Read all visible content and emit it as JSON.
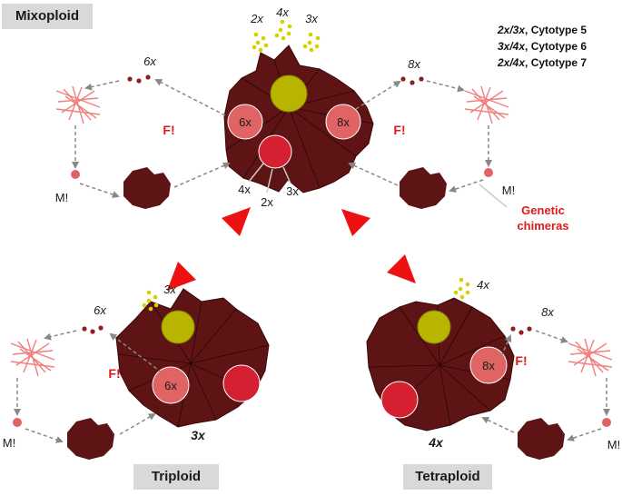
{
  "tags": {
    "mixoploid": "Mixoploid",
    "triploid": "Triploid",
    "tetraploid": "Tetraploid"
  },
  "legend": [
    {
      "ploidy": "2x/3x",
      "cytotype": ", Cytotype 5"
    },
    {
      "ploidy": "3x/4x",
      "cytotype": ", Cytotype 6"
    },
    {
      "ploidy": "2x/4x",
      "cytotype": ", Cytotype 7"
    }
  ],
  "mixoploid": {
    "pollen_labels": [
      "2x",
      "4x",
      "3x"
    ],
    "left_spore_label": "6x",
    "right_spore_label": "8x",
    "left_sector": "6x",
    "right_sector": "8x",
    "bottom_labels": [
      "4x",
      "2x",
      "3x"
    ],
    "female_left": "F!",
    "female_right": "F!",
    "male_left": "M!",
    "male_right": "M!",
    "chimera_label_line1": "Genetic",
    "chimera_label_line2": "chimeras"
  },
  "triploid": {
    "pollen_label": "3x",
    "spore_label": "6x",
    "sector": "6x",
    "female": "F!",
    "male": "M!",
    "ploidy": "3x"
  },
  "tetraploid": {
    "pollen_label": "4x",
    "spore_label": "8x",
    "sector": "8x",
    "female": "F!",
    "male": "M!",
    "ploidy": "4x"
  },
  "colors": {
    "prothallus": "#5e1414",
    "yellow_cell": "#b8b400",
    "pollen_dot": "#d7d000",
    "pink_sector": "#e06464",
    "red_sector": "#d42030",
    "red_arrow": "#ee1111",
    "red_text": "#e01a1a",
    "gray_arrow": "#888888",
    "hair": "#f08080",
    "tag_bg": "#d9d9d9"
  }
}
